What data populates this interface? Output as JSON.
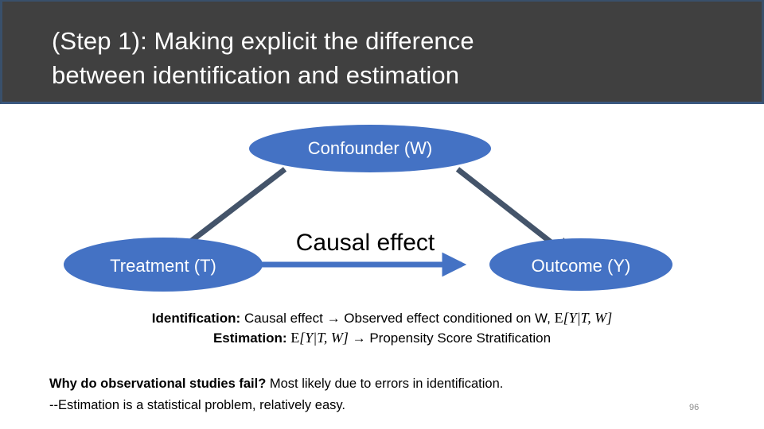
{
  "slide": {
    "page_number": "96",
    "colors": {
      "title_band_bg": "#404040",
      "title_band_border": "#39506b",
      "node_fill": "#4472C4",
      "node_text": "#ffffff",
      "confounder_arrow": "#44546A",
      "causal_arrow": "#4472C4",
      "body_text": "#000000",
      "page_number_text": "#8c8c8c"
    }
  },
  "title": {
    "text": "(Step 1): Making explicit the difference\nbetween identification and estimation"
  },
  "diagram": {
    "type": "causal-dag",
    "nodes": [
      {
        "id": "confounder",
        "label": "Confounder (W)"
      },
      {
        "id": "treatment",
        "label": "Treatment (T)"
      },
      {
        "id": "outcome",
        "label": "Outcome (Y)"
      }
    ],
    "edges": [
      {
        "from": "confounder",
        "to": "treatment",
        "label": "",
        "color": "#44546A"
      },
      {
        "from": "confounder",
        "to": "outcome",
        "label": "",
        "color": "#44546A"
      },
      {
        "from": "treatment",
        "to": "outcome",
        "label": "Causal effect",
        "color": "#4472C4"
      }
    ],
    "edge_label_causal_effect": "Causal effect"
  },
  "formulas": {
    "identification_label": "Identification:",
    "identification_text": " Causal effect → Observed effect conditioned on W, ",
    "identification_math_e": "E",
    "identification_math_expr": "[Y|T, W]",
    "estimation_label": "Estimation:",
    "estimation_math_e": "E",
    "estimation_math_expr": "[Y|T, W]",
    "estimation_text": " → Propensity Score Stratification"
  },
  "notes": {
    "line1_bold": "Why do observational studies fail?",
    "line1_rest": " Most likely due to errors in identification.",
    "line2": "--Estimation is a statistical problem, relatively easy."
  }
}
